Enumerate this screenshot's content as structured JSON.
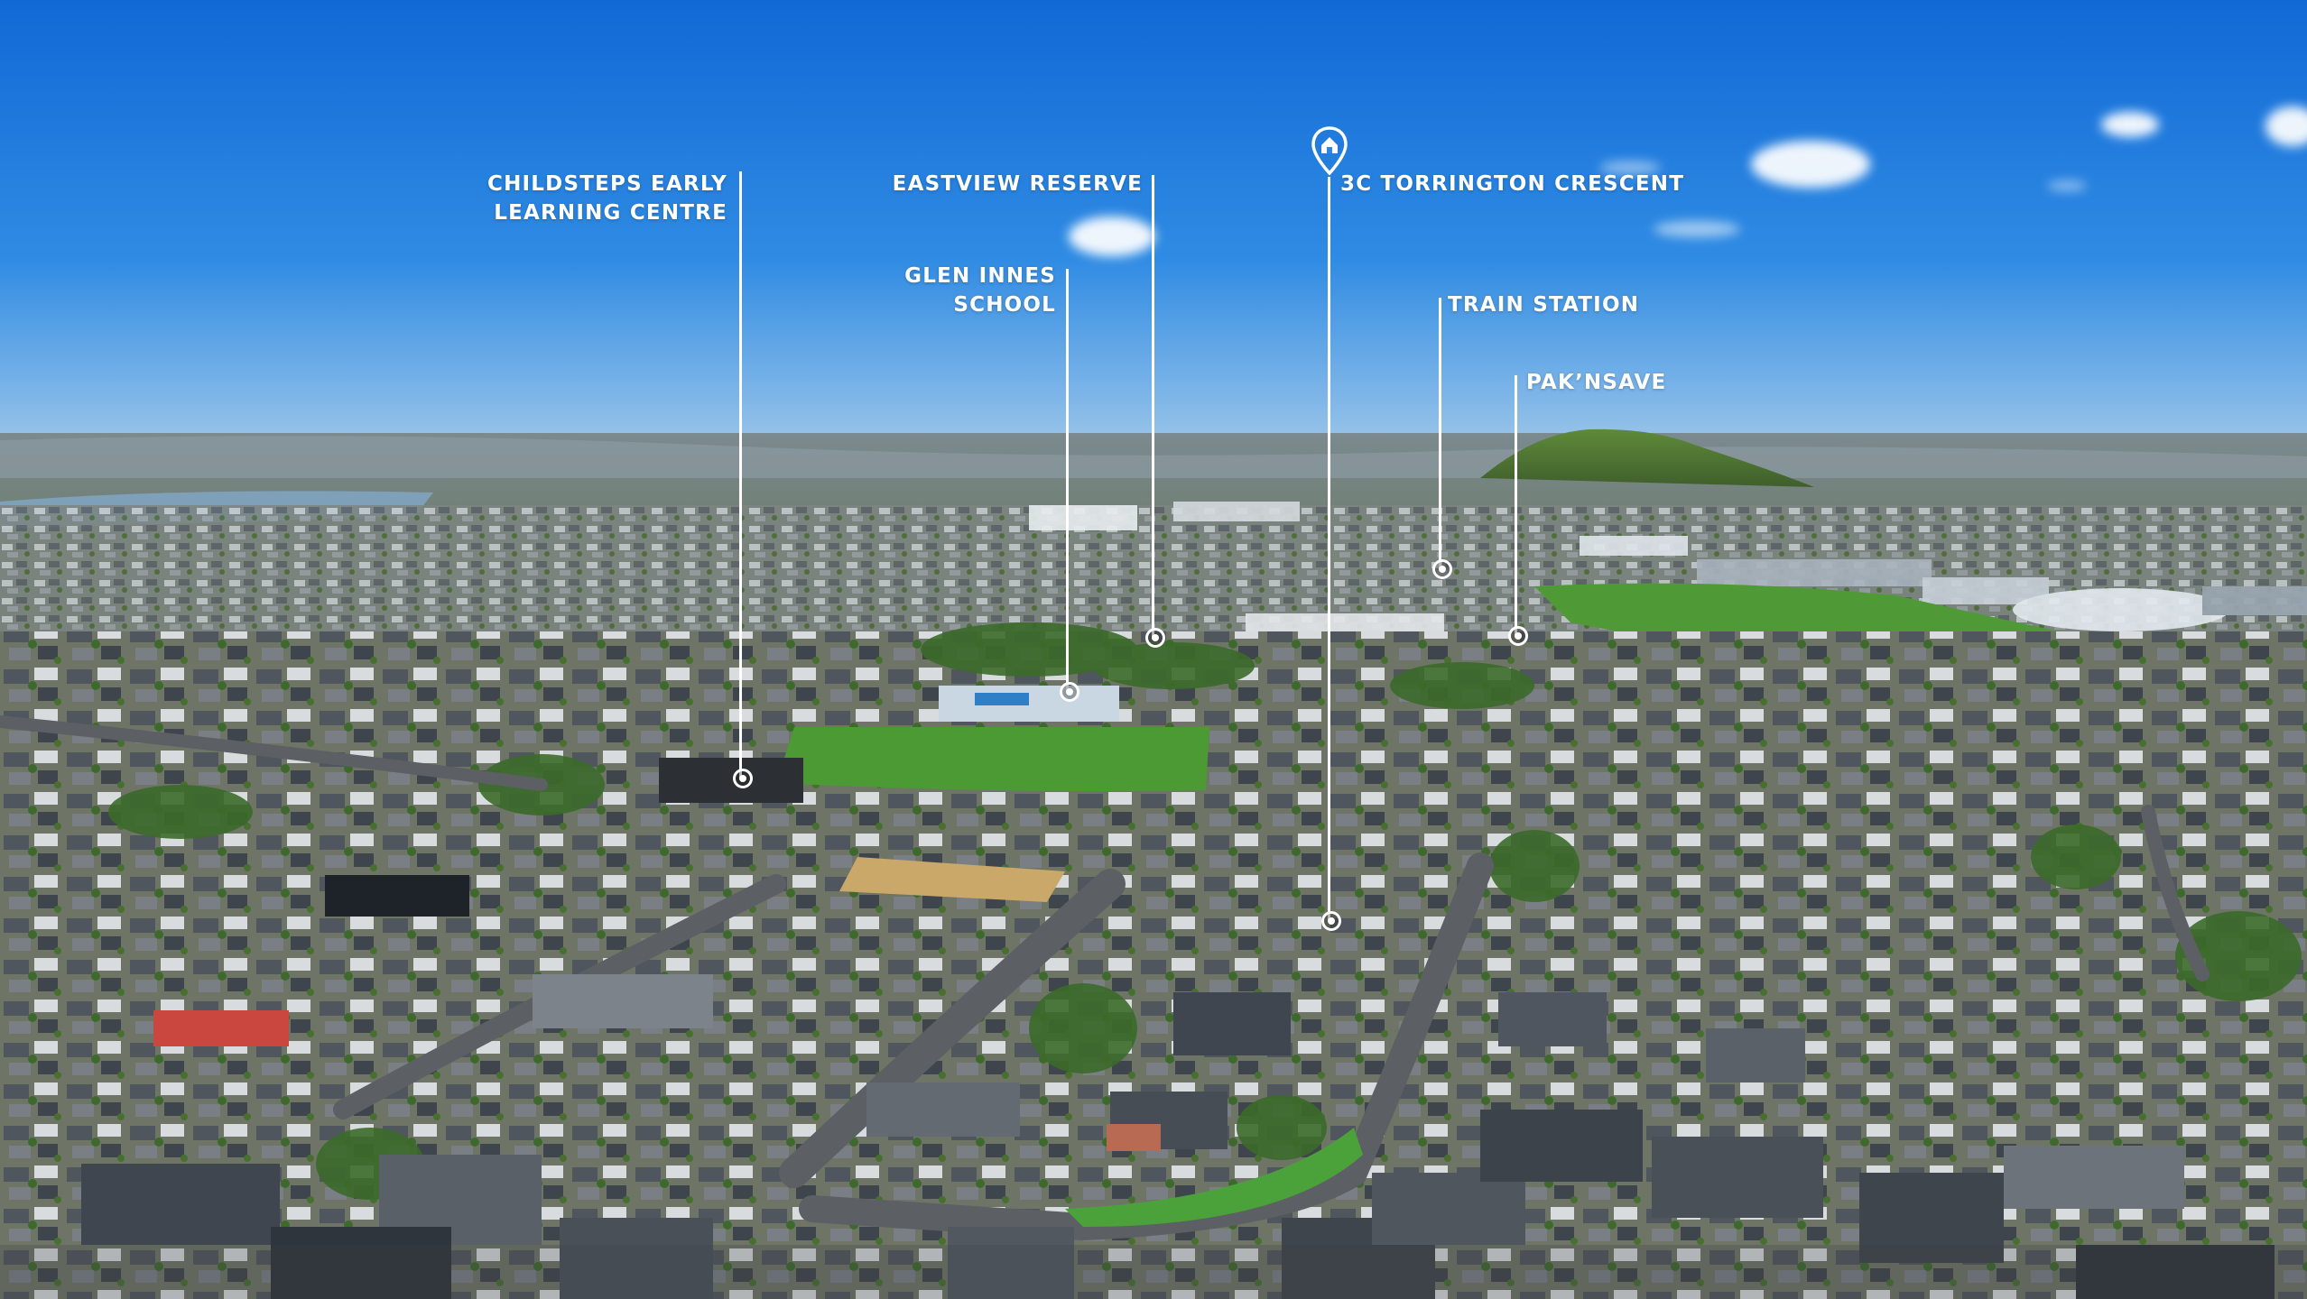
{
  "image": {
    "description_colors": {
      "sky_top": "#1573d9",
      "sky_horizon": "#8fc0ea",
      "grass": "#4e9a3a",
      "roof_grey": "#5f6670",
      "label": "#ffffff"
    }
  },
  "markers": [
    {
      "id": "childsteps",
      "lines": [
        "CHILDSTEPS EARLY",
        "LEARNING CENTRE"
      ]
    },
    {
      "id": "eastview",
      "lines": [
        "EASTVIEW RESERVE"
      ]
    },
    {
      "id": "glen-innes",
      "lines": [
        "GLEN INNES",
        "SCHOOL"
      ]
    },
    {
      "id": "property",
      "lines": [
        "3C TORRINGTON CRESCENT"
      ],
      "icon": "home-pin-icon"
    },
    {
      "id": "train",
      "lines": [
        "TRAIN STATION"
      ]
    },
    {
      "id": "paknsave",
      "lines": [
        "PAK’NSAVE"
      ]
    }
  ]
}
